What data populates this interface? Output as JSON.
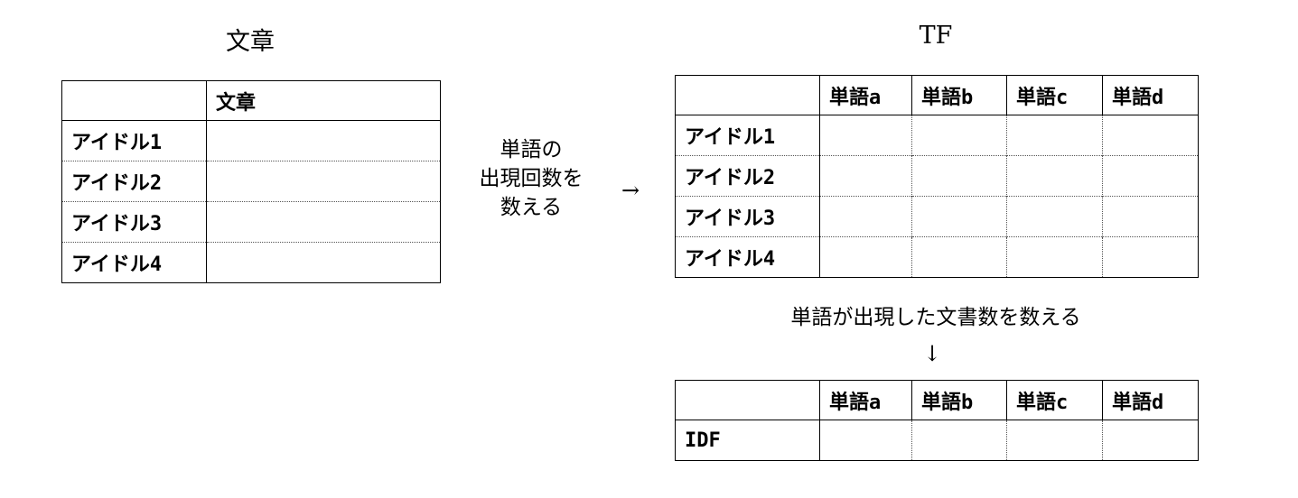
{
  "left": {
    "title": "文章",
    "header": "文章",
    "rows": [
      "アイドル1",
      "アイドル2",
      "アイドル3",
      "アイドル4"
    ]
  },
  "middle": {
    "lines": [
      "単語の",
      "出現回数を",
      "数える"
    ],
    "arrow": "→"
  },
  "tf": {
    "title": "TF",
    "columns": [
      "単語a",
      "単語b",
      "単語c",
      "単語d"
    ],
    "rows": [
      "アイドル1",
      "アイドル2",
      "アイドル3",
      "アイドル4"
    ]
  },
  "bottom_note": {
    "text": "単語が出現した文書数を数える",
    "arrow": "↓"
  },
  "idf": {
    "columns": [
      "単語a",
      "単語b",
      "単語c",
      "単語d"
    ],
    "rows": [
      "IDF"
    ]
  }
}
